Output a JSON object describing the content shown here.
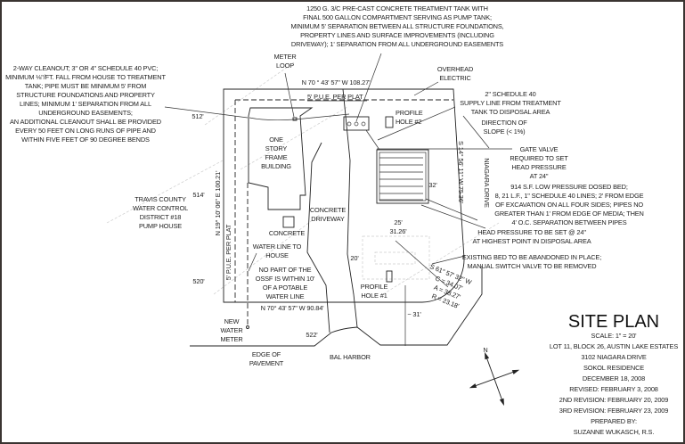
{
  "title": "SITE PLAN",
  "title_block": {
    "scale": "SCALE: 1\" = 20'",
    "lot": "LOT 11, BLOCK 26, AUSTIN LAKE ESTATES",
    "address": "3102 NIAGARA DRIVE",
    "residence": "SOKOL RESIDENCE",
    "date": "DECEMBER 18, 2008",
    "revised": "REVISED: FEBRUARY 3, 2008",
    "rev2": "2ND REVISION:  FEBRUARY 20, 2009",
    "rev3": "3RD REVISION:  FEBRUARY 23, 2009",
    "prepared_by_label": "PREPARED BY:",
    "prepared_by": "SUZANNE WUKASCH, R.S."
  },
  "notes": {
    "tank": [
      "1250 G. 3/C PRE-CAST CONCRETE TREATMENT TANK WITH",
      "FINAL 500 GALLON COMPARTMENT SERVING AS PUMP TANK;",
      "MINIMUM 5' SEPARATION BETWEEN ALL STRUCTURE FOUNDATIONS,",
      "PROPERTY LINES AND SURFACE IMPROVEMENTS (INCLUDING",
      "DRIVEWAY); 1' SEPARATION FROM ALL UNDERGROUND EASEMENTS"
    ],
    "cleanout": [
      "2-WAY CLEANOUT; 3\" OR 4\" SCHEDULE 40 PVC;",
      "MINIMUM ⅛\"/FT. FALL FROM HOUSE TO TREATMENT",
      "TANK; PIPE MUST BE MINIMUM 5' FROM",
      "STRUCTURE FOUNDATIONS AND PROPERTY",
      "LINES; MINIMUM 1' SEPARATION FROM ALL",
      "UNDERGROUND EASEMENTS;",
      "AN ADDITIONAL CLEANOUT SHALL BE PROVIDED",
      "EVERY 50 FEET ON LONG RUNS OF PIPE AND",
      "WITHIN FIVE FEET OF 90 DEGREE BENDS"
    ],
    "meter_loop": [
      "METER",
      "LOOP"
    ],
    "overhead": [
      "OVERHEAD",
      "ELECTRIC"
    ],
    "supply": [
      "2\" SCHEDULE 40",
      "SUPPLY LINE FROM TREATMENT",
      "TANK TO DISPOSAL AREA"
    ],
    "slope": [
      "DIRECTION OF",
      "SLOPE (< 1%)"
    ],
    "gate": [
      "GATE VALVE",
      "REQUIRED TO SET",
      "HEAD PRESSURE",
      "AT 24\""
    ],
    "bed": [
      "914 S.F. LOW PRESSURE DOSED BED;",
      "8, 21 L.F., 1\" SCHEDULE 40 LINES; 2' FROM EDGE",
      "OF EXCAVATION ON ALL FOUR SIDES; PIPES NO",
      "GREATER THAN 1' FROM EDGE OF MEDIA; THEN",
      "4' O.C. SEPARATION BETWEEN PIPES"
    ],
    "head": [
      "HEAD PRESSURE TO BE SET @ 24\"",
      "AT HIGHEST POINT IN DISPOSAL AREA"
    ],
    "existing": [
      "EXISTING BED TO BE ABANDONED IN PLACE;",
      "MANUAL SWITCH VALVE TO BE REMOVED"
    ],
    "curve": [
      "S 61° 57' 32\" W",
      "C = 34.07'",
      "A = 38.27'",
      "R = 23.18'"
    ],
    "travis": [
      "TRAVIS COUNTY",
      "WATER CONTROL",
      "DISTRICT #18",
      "PUMP HOUSE"
    ],
    "building": [
      "ONE",
      "STORY",
      "FRAME",
      "BUILDING"
    ],
    "driveway": [
      "CONCRETE",
      "DRIVEWAY"
    ],
    "concrete": "CONCRETE",
    "water_line": [
      "WATER LINE TO",
      "HOUSE"
    ],
    "ossf": [
      "NO PART OF THE",
      "OSSF IS WITHIN 10'",
      "OF A POTABLE",
      "WATER LINE"
    ],
    "new_meter": [
      "NEW",
      "WATER",
      "METER"
    ],
    "pavement": [
      "EDGE OF",
      "PAVEMENT"
    ],
    "bal_harbor": "BAL HARBOR",
    "niagara": "NIAGARA DRIVE",
    "profile2": [
      "PROFILE",
      "HOLE #2"
    ],
    "profile1": [
      "PROFILE",
      "HOLE #1"
    ]
  },
  "bearings": {
    "north": "N 70 ° 43' 57\" W 108.27'",
    "south": "N 70° 43' 57\" W  90.84'",
    "east": "S 14° 56' 11\" W 75.36'",
    "west": "N 19° 10' 06\" E 100.21'",
    "pue_top": "5' P.U.E. PER PLAT",
    "pue_left": "5' P.U.E. PER PLAT"
  },
  "elevations": [
    "512'",
    "514'",
    "520'",
    "522'"
  ],
  "dims": {
    "bed_side": "32'",
    "bed_width": "25'",
    "existing_w": "31.26'",
    "existing_h": "20'",
    "setback": "~ 31'"
  },
  "compass": {
    "n": "N"
  }
}
